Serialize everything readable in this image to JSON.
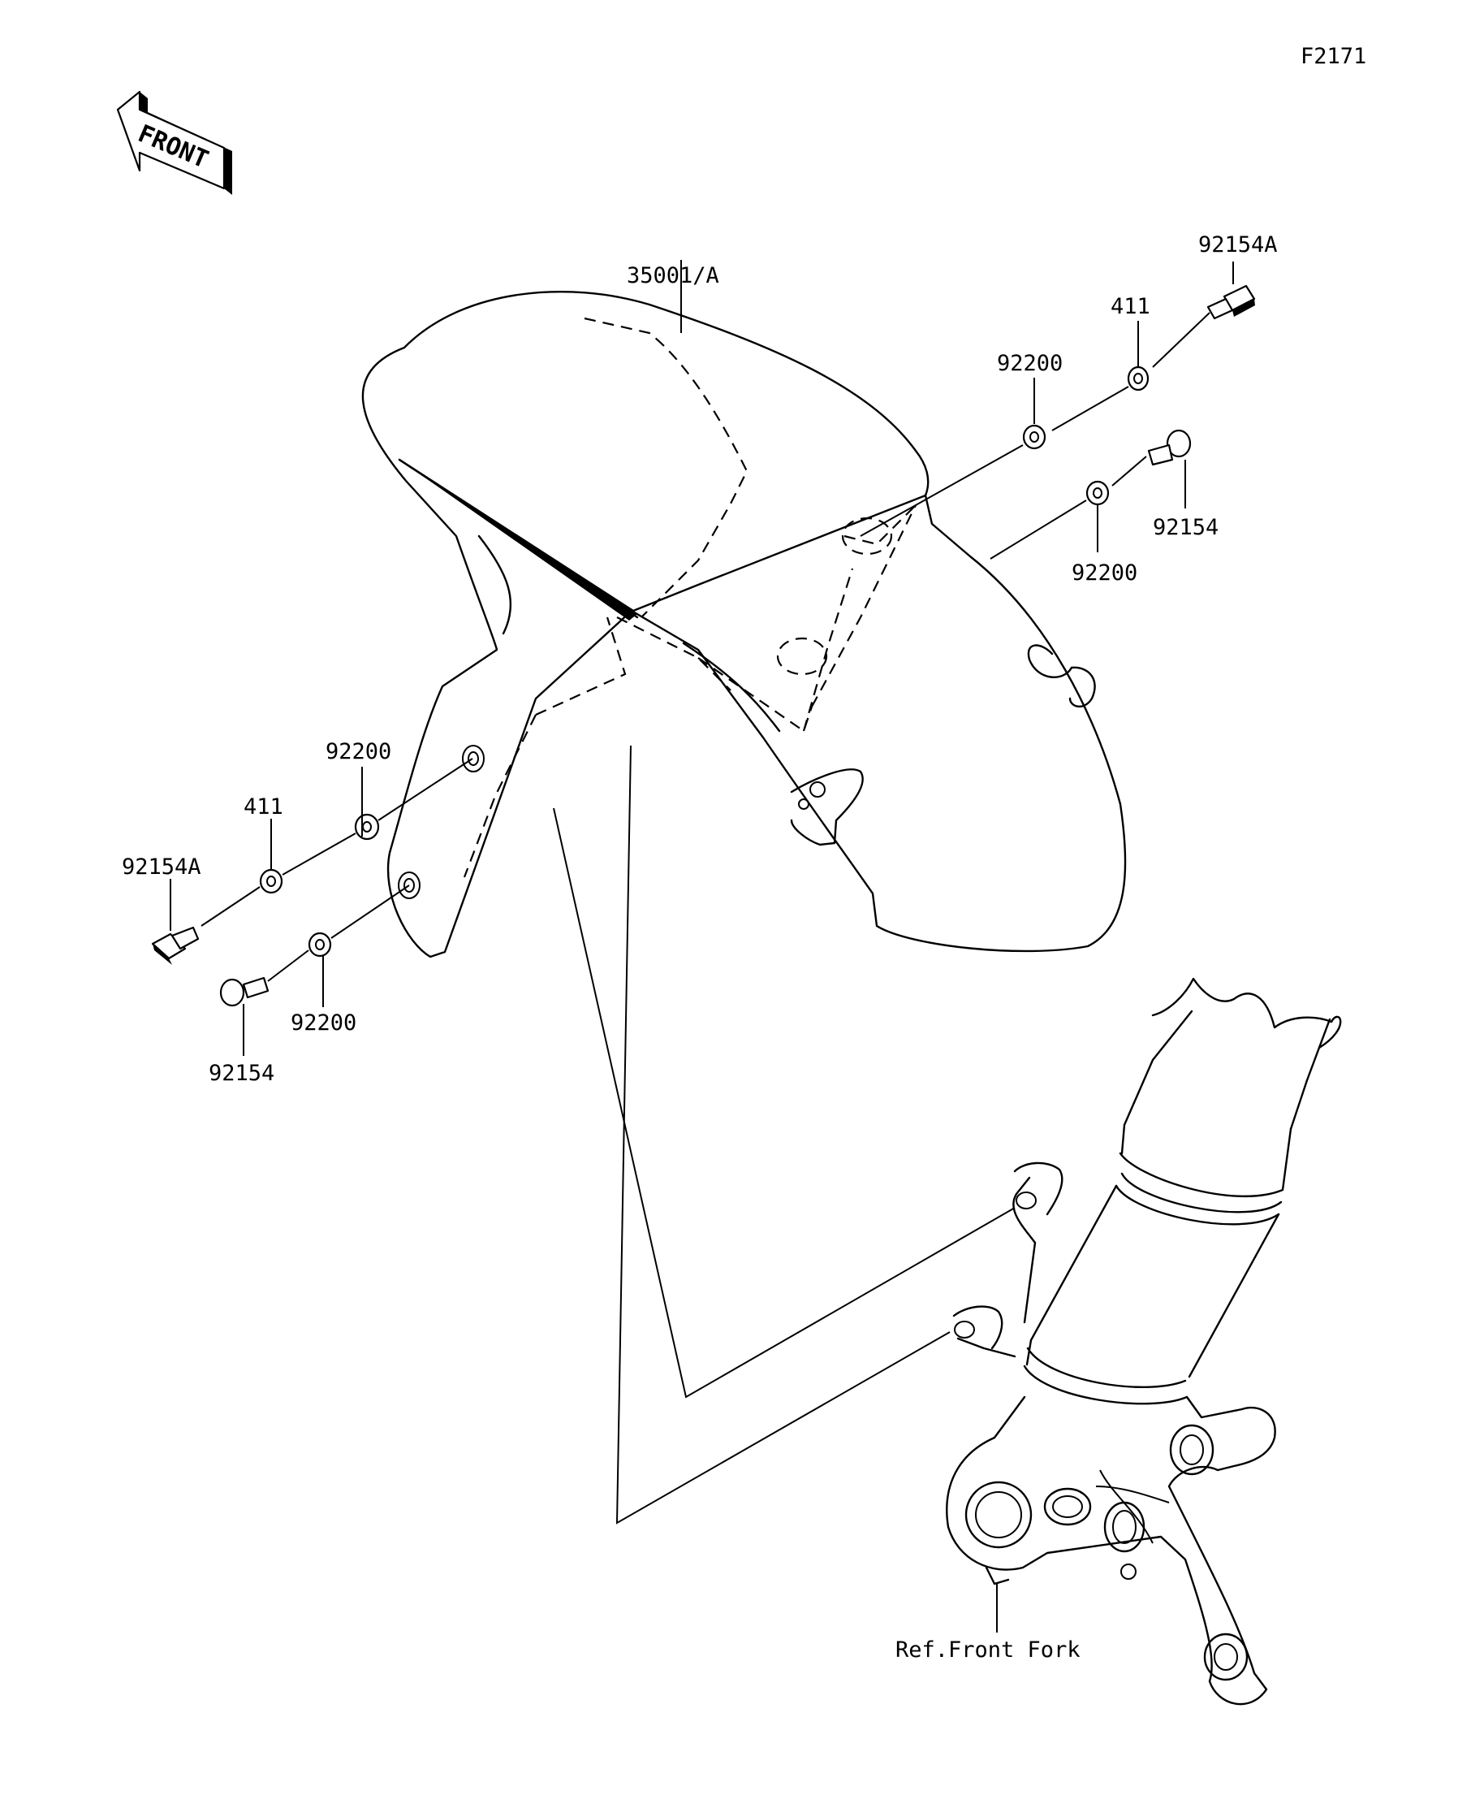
{
  "diagram_code": "F2171",
  "front_arrow_text": "FRONT",
  "labels": {
    "fender": "35001/A",
    "bolt_a_right": "92154A",
    "collar_right": "411",
    "washer_right_upper": "92200",
    "bolt_right": "92154",
    "washer_right_lower": "92200",
    "washer_left_upper": "92200",
    "collar_left": "411",
    "bolt_a_left": "92154A",
    "washer_left_lower": "92200",
    "bolt_left": "92154",
    "ref_fork": "Ref.Front Fork"
  },
  "colors": {
    "line": "#000000",
    "background": "#ffffff"
  }
}
